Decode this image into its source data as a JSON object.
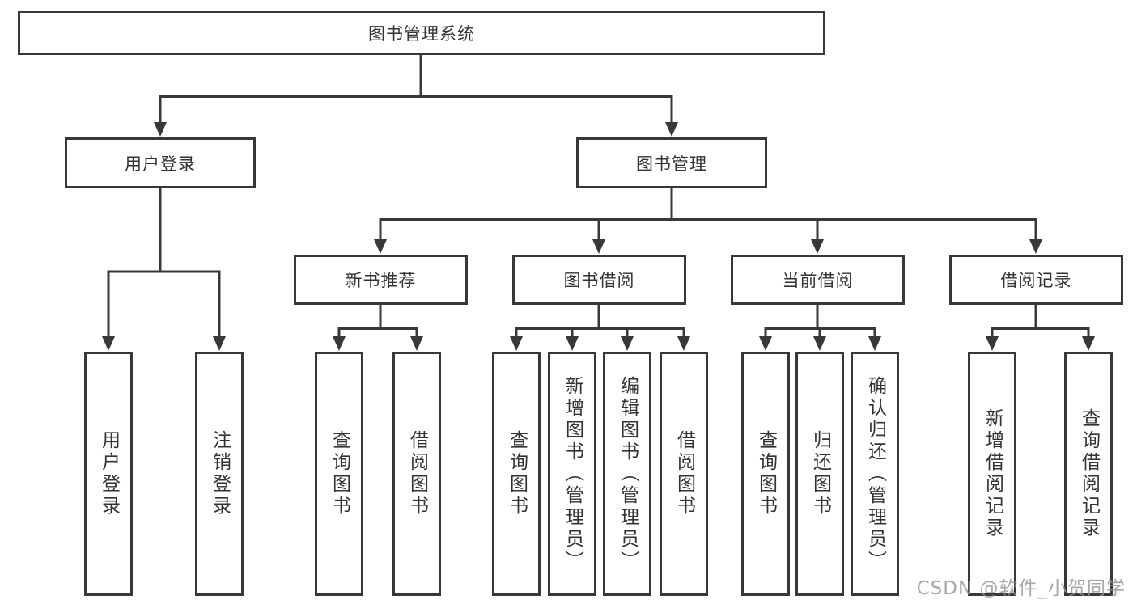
{
  "diagram": {
    "root": "图书管理系统",
    "level2": [
      "用户登录",
      "图书管理"
    ],
    "level3": [
      "新书推荐",
      "图书借阅",
      "当前借阅",
      "借阅记录"
    ],
    "leaves": {
      "user": [
        "用户登录",
        "注销登录"
      ],
      "recommend": [
        "查询图书",
        "借阅图书"
      ],
      "borrow": [
        "查询图书",
        "新增图书（管理员）",
        "编辑图书（管理员）",
        "借阅图书"
      ],
      "current": [
        "查询图书",
        "归还图书",
        "确认归还（管理员）"
      ],
      "records": [
        "新增借阅记录",
        "查询借阅记录"
      ]
    }
  },
  "watermark": "CSDN @软件_小贺同学",
  "colors": {
    "line": "#383838",
    "text": "#333333",
    "watermark": "#919191",
    "background": "#ffffff"
  }
}
